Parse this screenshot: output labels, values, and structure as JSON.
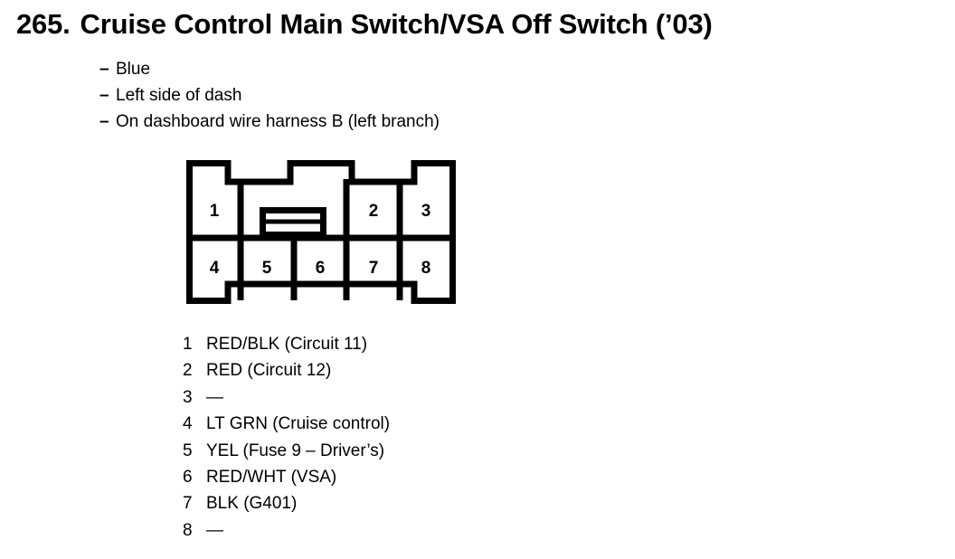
{
  "page": {
    "number": "265.",
    "title": "Cruise Control Main Switch/VSA Off Switch (’03)",
    "full_title": "265. Cruise Control Main Switch/VSA Off Switch (’03)"
  },
  "notes": {
    "bullet": "–",
    "items": [
      "Blue",
      "Left side of dash",
      "On dashboard wire harness B (left branch)"
    ]
  },
  "connector": {
    "cavity_count": 8,
    "top_row_labels": [
      "1",
      "2",
      "3"
    ],
    "bottom_row_labels": [
      "4",
      "5",
      "6",
      "7",
      "8"
    ],
    "line_color": "#000000",
    "fill_color": "#ffffff"
  },
  "pins": [
    {
      "number": "1",
      "wire": "RED/BLK (Circuit 11)"
    },
    {
      "number": "2",
      "wire": "RED (Circuit 12)"
    },
    {
      "number": "3",
      "wire": "—"
    },
    {
      "number": "4",
      "wire": "LT GRN (Cruise control)"
    },
    {
      "number": "5",
      "wire": "YEL (Fuse 9 – Driver’s)"
    },
    {
      "number": "6",
      "wire": "RED/WHT (VSA)"
    },
    {
      "number": "7",
      "wire": "BLK (G401)"
    },
    {
      "number": "8",
      "wire": "—"
    }
  ]
}
